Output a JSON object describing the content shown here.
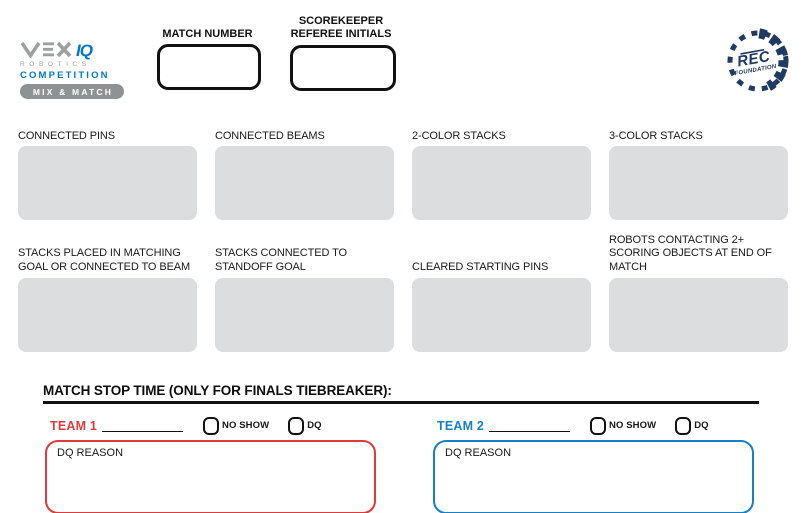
{
  "logo": {
    "iq": "IQ",
    "robotics": "ROBOTICS",
    "competition": "COMPETITION",
    "banner": "MIX & MATCH"
  },
  "header": {
    "match_number_label": "MATCH NUMBER",
    "scorekeeper_line1": "SCOREKEEPER",
    "scorekeeper_line2": "REFEREE INITIALS"
  },
  "rec": {
    "name": "REC",
    "foundation": "FOUNDATION"
  },
  "score_fields": [
    {
      "label": "CONNECTED PINS",
      "value": ""
    },
    {
      "label": "CONNECTED BEAMS",
      "value": ""
    },
    {
      "label": "2-COLOR STACKS",
      "value": ""
    },
    {
      "label": "3-COLOR STACKS",
      "value": ""
    },
    {
      "label": "STACKS PLACED IN MATCHING GOAL OR CONNECTED TO BEAM",
      "value": ""
    },
    {
      "label": "STACKS CONNECTED TO STANDOFF GOAL",
      "value": ""
    },
    {
      "label": "CLEARED STARTING PINS",
      "value": ""
    },
    {
      "label": "ROBOTS CONTACTING 2+ SCORING OBJECTS AT END OF MATCH",
      "value": ""
    }
  ],
  "stop_time": {
    "heading": "MATCH STOP TIME (ONLY FOR FINALS TIEBREAKER):"
  },
  "teams": [
    {
      "label": "TEAM 1",
      "no_show_label": "NO SHOW",
      "dq_label": "DQ",
      "dq_reason_label": "DQ REASON",
      "color": "#e03a3a"
    },
    {
      "label": "TEAM 2",
      "no_show_label": "NO SHOW",
      "dq_label": "DQ",
      "dq_reason_label": "DQ REASON",
      "color": "#1580c6"
    }
  ],
  "colors": {
    "team1_red": "#e03a3a",
    "team2_blue": "#1580c6",
    "score_box_gray": "#dcddde",
    "vex_gray": "#9ca0a3",
    "vex_blue": "#0077c8",
    "rec_navy": "#1f3a63",
    "ink": "#111111"
  }
}
